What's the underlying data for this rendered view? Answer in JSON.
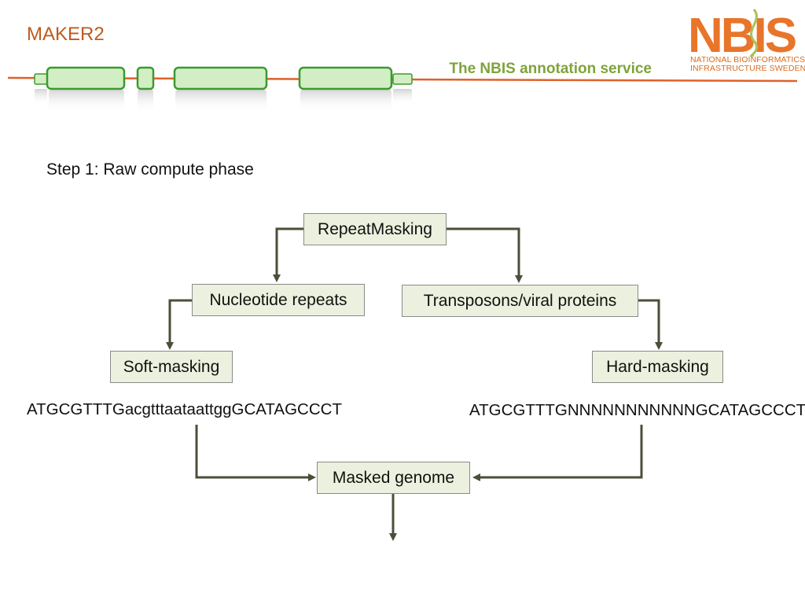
{
  "header": {
    "title": "MAKER2",
    "subtitle": "The NBIS annotation service",
    "logo": {
      "wordmark": "NBIS",
      "line1": "NATIONAL BIOINFORMATICS",
      "line2": "INFRASTRUCTURE SWEDEN"
    }
  },
  "step_label": "Step 1: Raw compute phase",
  "nodes": {
    "repeat_masking": "RepeatMasking",
    "nucleotide_repeats": "Nucleotide repeats",
    "transposons": "Transposons/viral proteins",
    "soft_masking": "Soft-masking",
    "hard_masking": "Hard-masking",
    "masked_genome": "Masked genome"
  },
  "sequences": {
    "soft": "ATGCGTTTGacgtttaataattggGCATAGCCCT",
    "hard": "ATGCGTTTGNNNNNNNNNNNGCATAGCCCT"
  },
  "colors": {
    "title": "#c05a1e",
    "subtitle": "#7fa33a",
    "node_fill": "#ebf1de",
    "arrow": "#4a4f3a",
    "exon_fill": "#d2eec4",
    "exon_border": "#3c9a2e",
    "banner_line": "#e0602a"
  }
}
